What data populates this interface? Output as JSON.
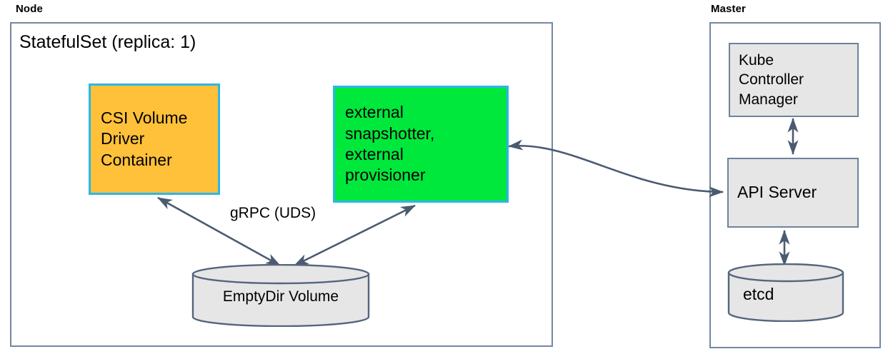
{
  "diagram": {
    "title_node": "Node",
    "title_master": "Master",
    "statefulset_title": "StatefulSet (replica: 1)",
    "colors": {
      "csi_fill": "#ffc03a",
      "csi_border": "#2bb6e8",
      "green_fill": "#00e83c",
      "green_border": "#2bb6e8",
      "gray_fill": "#e6e6e6",
      "gray_border": "#6e829c",
      "outer_border": "#7488a0",
      "arrow": "#4a5a70"
    }
  },
  "node": {
    "label": "Node",
    "statefulset": {
      "label": "StatefulSet (replica: 1)"
    },
    "csi_container": {
      "lines": [
        "CSI Volume",
        "Driver",
        "Container"
      ]
    },
    "external_sidecars": {
      "lines": [
        "external",
        "snapshotter,",
        "external",
        "provisioner"
      ]
    },
    "emptydir": {
      "label": "EmptyDir Volume"
    },
    "grpc_edge": {
      "label": "gRPC (UDS)"
    }
  },
  "master": {
    "label": "Master",
    "kube_controller_manager": {
      "lines": [
        "Kube",
        "Controller",
        "Manager"
      ]
    },
    "api_server": {
      "label": "API Server"
    },
    "etcd": {
      "label": "etcd"
    }
  }
}
